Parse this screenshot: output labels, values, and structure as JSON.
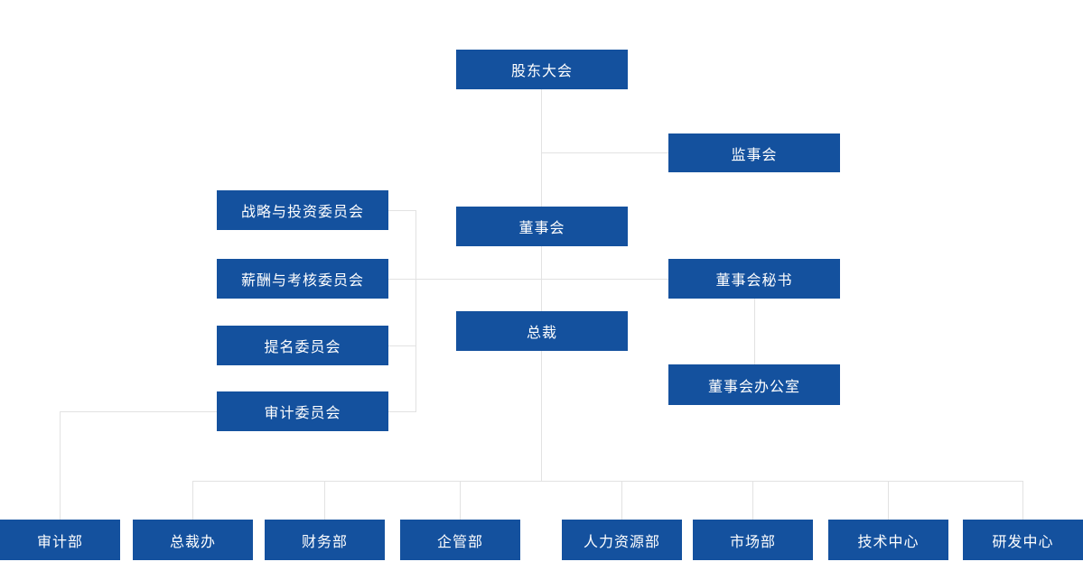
{
  "org_chart": {
    "colors": {
      "box": "#14519e",
      "text": "#ffffff",
      "line": "#e2e2e2",
      "background": "#ffffff"
    },
    "nodes": [
      {
        "id": "shareholders-meeting",
        "label": "股东大会"
      },
      {
        "id": "supervisory-board",
        "label": "监事会"
      },
      {
        "id": "board-of-directors",
        "label": "董事会"
      },
      {
        "id": "strategy-investment-committee",
        "label": "战略与投资委员会"
      },
      {
        "id": "compensation-assessment-committee",
        "label": "薪酬与考核委员会"
      },
      {
        "id": "nomination-committee",
        "label": "提名委员会"
      },
      {
        "id": "audit-committee",
        "label": "审计委员会"
      },
      {
        "id": "board-secretary",
        "label": "董事会秘书"
      },
      {
        "id": "president",
        "label": "总裁"
      },
      {
        "id": "board-office",
        "label": "董事会办公室"
      },
      {
        "id": "audit-dept",
        "label": "审计部"
      },
      {
        "id": "president-office",
        "label": "总裁办"
      },
      {
        "id": "finance-dept",
        "label": "财务部"
      },
      {
        "id": "enterprise-management-dept",
        "label": "企管部"
      },
      {
        "id": "hr-dept",
        "label": "人力资源部"
      },
      {
        "id": "marketing-dept",
        "label": "市场部"
      },
      {
        "id": "technology-center",
        "label": "技术中心"
      },
      {
        "id": "rd-center",
        "label": "研发中心"
      }
    ]
  }
}
